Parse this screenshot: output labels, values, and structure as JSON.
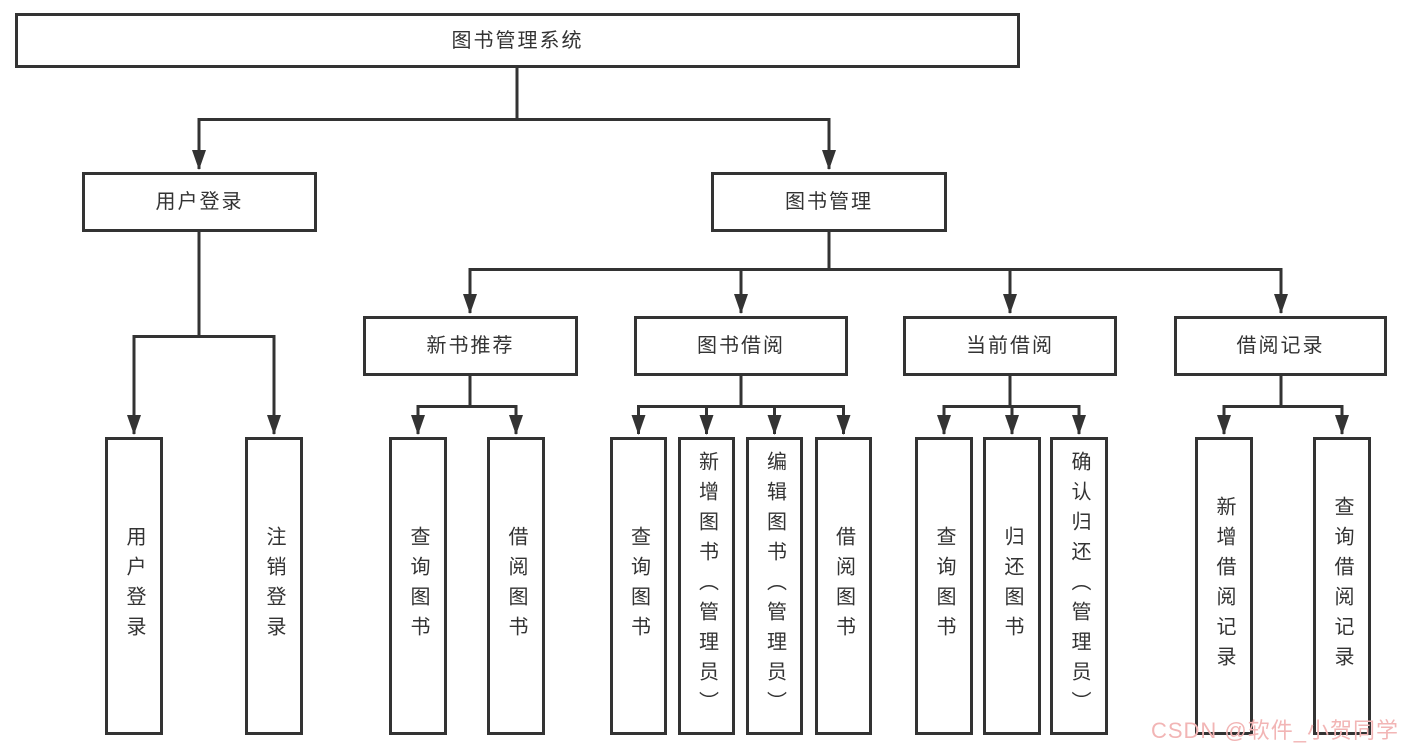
{
  "diagram": {
    "type": "function-structure-tree",
    "watermark": "CSDN @软件_小贺同学",
    "colors": {
      "line": "#333333",
      "box_border": "#333333",
      "text": "#333333",
      "background": "#ffffff",
      "watermark": "#f2b5b5"
    },
    "tree": {
      "label": "图书管理系统",
      "children": [
        {
          "label": "用户登录",
          "children": [
            {
              "label": "用户登录"
            },
            {
              "label": "注销登录"
            }
          ]
        },
        {
          "label": "图书管理",
          "children": [
            {
              "label": "新书推荐",
              "children": [
                {
                  "label": "查询图书"
                },
                {
                  "label": "借阅图书"
                }
              ]
            },
            {
              "label": "图书借阅",
              "children": [
                {
                  "label": "查询图书"
                },
                {
                  "label": "新增图书（管理员）"
                },
                {
                  "label": "编辑图书（管理员）"
                },
                {
                  "label": "借阅图书"
                }
              ]
            },
            {
              "label": "当前借阅",
              "children": [
                {
                  "label": "查询图书"
                },
                {
                  "label": "归还图书"
                },
                {
                  "label": "确认归还（管理员）"
                }
              ]
            },
            {
              "label": "借阅记录",
              "children": [
                {
                  "label": "新增借阅记录"
                },
                {
                  "label": "查询借阅记录"
                }
              ]
            }
          ]
        }
      ]
    }
  }
}
